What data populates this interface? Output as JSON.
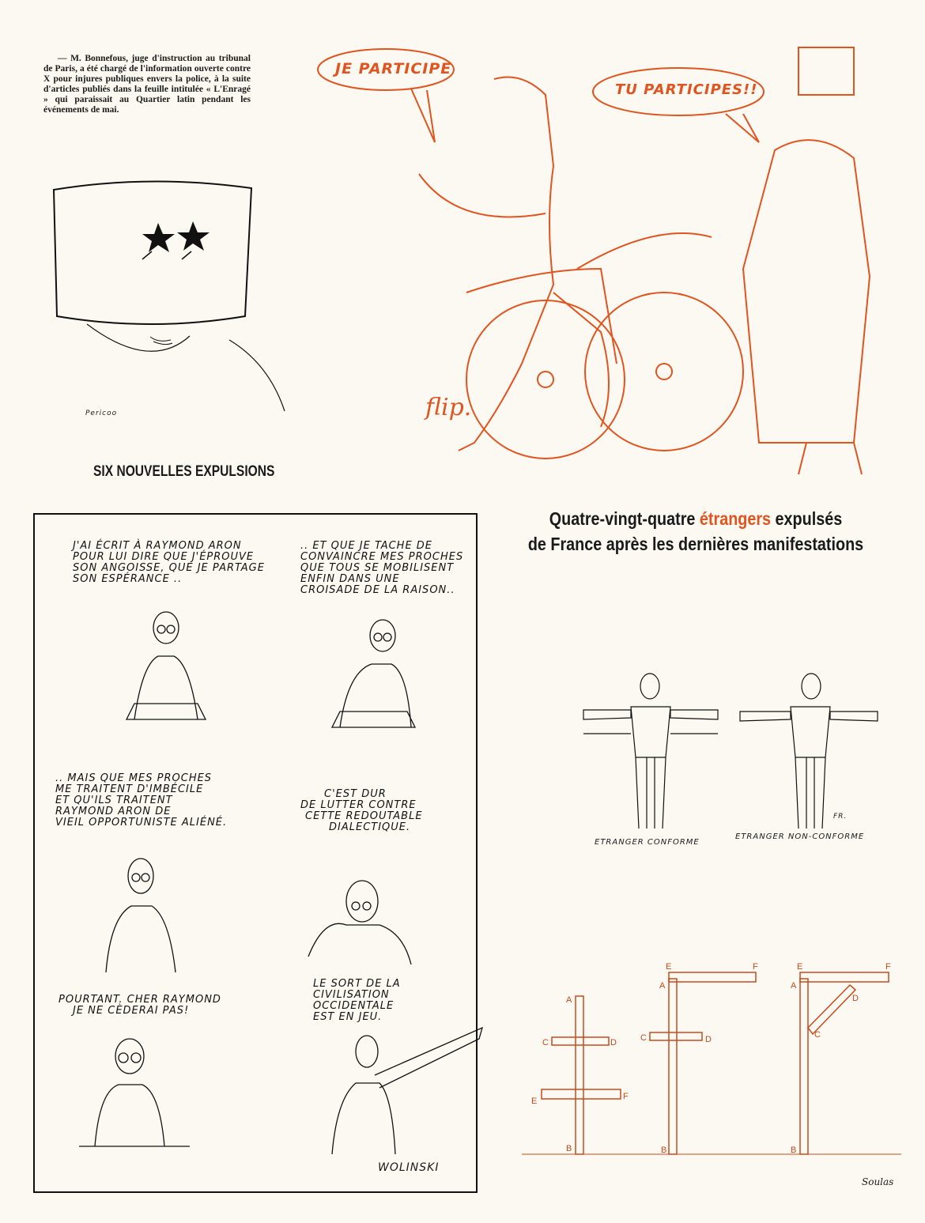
{
  "news": {
    "text": "— M. Bonnefous, juge d'instruction au tribunal de Paris, a été chargé de l'information ouverte contre X pour injures publiques envers la police, à la suite d'articles publiés dans la feuille intitulée « L'Enragé » qui paraissait au Quartier latin pendant les événements de mai."
  },
  "cartoon_tophat": {
    "signature": "Pericoo"
  },
  "cartoon_wheelchair": {
    "bubble_left": "JE PARTICIPE",
    "bubble_right": "TU PARTICIPES!!",
    "signature": "flip."
  },
  "section_header": "SIX NOUVELLES EXPULSIONS",
  "headline": {
    "part1": "Quatre-vingt-quatre",
    "highlight": "étrangers",
    "part2": "expulsés",
    "line2": "de France après les dernières manifestations"
  },
  "comic": {
    "panels": [
      {
        "l1": "J'AI ÉCRIT À RAYMOND ARON",
        "l2": "POUR LUI DIRE QUE J'ÉPROUVE",
        "l3": "SON ANGOISSE, QUE JE PARTAGE",
        "l4": "SON ESPÉRANCE .."
      },
      {
        "l1": ".. ET QUE JE TACHE DE",
        "l2": "CONVAINCRE MES PROCHES",
        "l3": "QUE TOUS SE MOBILISENT",
        "l4": "ENFIN DANS UNE",
        "l5": "CROISADE DE LA RAISON.."
      },
      {
        "l1": ".. MAIS QUE MES PROCHES",
        "l2": "ME TRAITENT D'IMBÉCILE",
        "l3": "ET QU'ILS TRAITENT",
        "l4": "RAYMOND ARON DE",
        "l5": "VIEIL OPPORTUNISTE ALIÉNÉ."
      },
      {
        "l1": "C'EST DUR",
        "l2": "DE LUTTER CONTRE",
        "l3": "CETTE REDOUTABLE",
        "l4": "DIALECTIQUE."
      },
      {
        "l1": "POURTANT. CHER RAYMOND",
        "l2": "JE NE CÈDERAI PAS!"
      },
      {
        "l1": "LE SORT DE LA",
        "l2": "CIVILISATION",
        "l3": "OCCIDENTALE",
        "l4": "EST EN JEU."
      }
    ],
    "signature": "WOLINSKI"
  },
  "figures": {
    "left_caption": "ETRANGER CONFORME",
    "right_caption": "ETRANGER NON-CONFORME",
    "signature": "FR."
  },
  "crosses": {
    "labels": {
      "a": "A",
      "b": "B",
      "c": "C",
      "d": "D",
      "e": "E",
      "f": "F"
    },
    "signature": "Soulas"
  },
  "colors": {
    "accent": "#e0541f",
    "ink": "#1a1a1a",
    "paper": "#fbf9f1"
  }
}
